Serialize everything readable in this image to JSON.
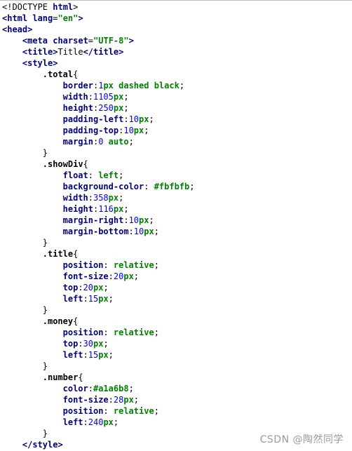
{
  "watermark": "CSDN @陶然同学",
  "colors": {
    "tag": "#000080",
    "string": "#008000",
    "number": "#0000ff",
    "watermark": "#9b9b9b"
  },
  "code": {
    "doctype": {
      "open": "<!DOCTYPE ",
      "kw": "html",
      "close": ">"
    },
    "html_open": {
      "lt": "<",
      "tag": "html",
      "attr": " lang",
      "eq": "=",
      "val": "\"en\"",
      "gt": ">"
    },
    "head_open": "<head>",
    "meta": {
      "lt": "<",
      "tag": "meta",
      "attr": " charset",
      "eq": "=",
      "val": "\"UTF-8\"",
      "gt": ">"
    },
    "title_tag": {
      "open": "<title>",
      "text": "Title",
      "close": "</title>"
    },
    "style_open": "<style>",
    "rules": [
      {
        "selector": ".total",
        "decls": [
          {
            "prop": "border",
            "num": "1",
            "unit": "px",
            "rest": " dashed black"
          },
          {
            "prop": "width",
            "num": "1105",
            "unit": "px",
            "rest": ""
          },
          {
            "prop": "height",
            "num": "250",
            "unit": "px",
            "rest": ""
          },
          {
            "prop": "padding-left",
            "num": "10",
            "unit": "px",
            "rest": ""
          },
          {
            "prop": "padding-top",
            "num": "10",
            "unit": "px",
            "rest": ""
          },
          {
            "prop": "margin",
            "num": "0",
            "unit": "",
            "rest": " auto"
          }
        ]
      },
      {
        "selector": ".showDiv",
        "decls": [
          {
            "prop": "float",
            "num": "",
            "unit": "",
            "rest": " left"
          },
          {
            "prop": "background-color",
            "num": "",
            "unit": "",
            "rest": " #fbfbfb"
          },
          {
            "prop": "width",
            "num": "358",
            "unit": "px",
            "rest": ""
          },
          {
            "prop": "height",
            "num": "116",
            "unit": "px",
            "rest": ""
          },
          {
            "prop": "margin-right",
            "num": "10",
            "unit": "px",
            "rest": ""
          },
          {
            "prop": "margin-bottom",
            "num": "10",
            "unit": "px",
            "rest": ""
          }
        ]
      },
      {
        "selector": ".title",
        "decls": [
          {
            "prop": "position",
            "num": "",
            "unit": "",
            "rest": " relative"
          },
          {
            "prop": "font-size",
            "num": "20",
            "unit": "px",
            "rest": ""
          },
          {
            "prop": "top",
            "num": "20",
            "unit": "px",
            "rest": ""
          },
          {
            "prop": "left",
            "num": "15",
            "unit": "px",
            "rest": ""
          }
        ]
      },
      {
        "selector": ".money",
        "decls": [
          {
            "prop": "position",
            "num": "",
            "unit": "",
            "rest": " relative"
          },
          {
            "prop": "top",
            "num": "30",
            "unit": "px",
            "rest": ""
          },
          {
            "prop": "left",
            "num": "15",
            "unit": "px",
            "rest": ""
          }
        ]
      },
      {
        "selector": ".number",
        "decls": [
          {
            "prop": "color",
            "num": "",
            "unit": "",
            "rest": "#a1a6b8"
          },
          {
            "prop": "font-size",
            "num": "28",
            "unit": "px",
            "rest": ""
          },
          {
            "prop": "position",
            "num": "",
            "unit": "",
            "rest": " relative"
          },
          {
            "prop": "left",
            "num": "240",
            "unit": "px",
            "rest": ""
          }
        ]
      }
    ],
    "style_close": "</style>"
  }
}
